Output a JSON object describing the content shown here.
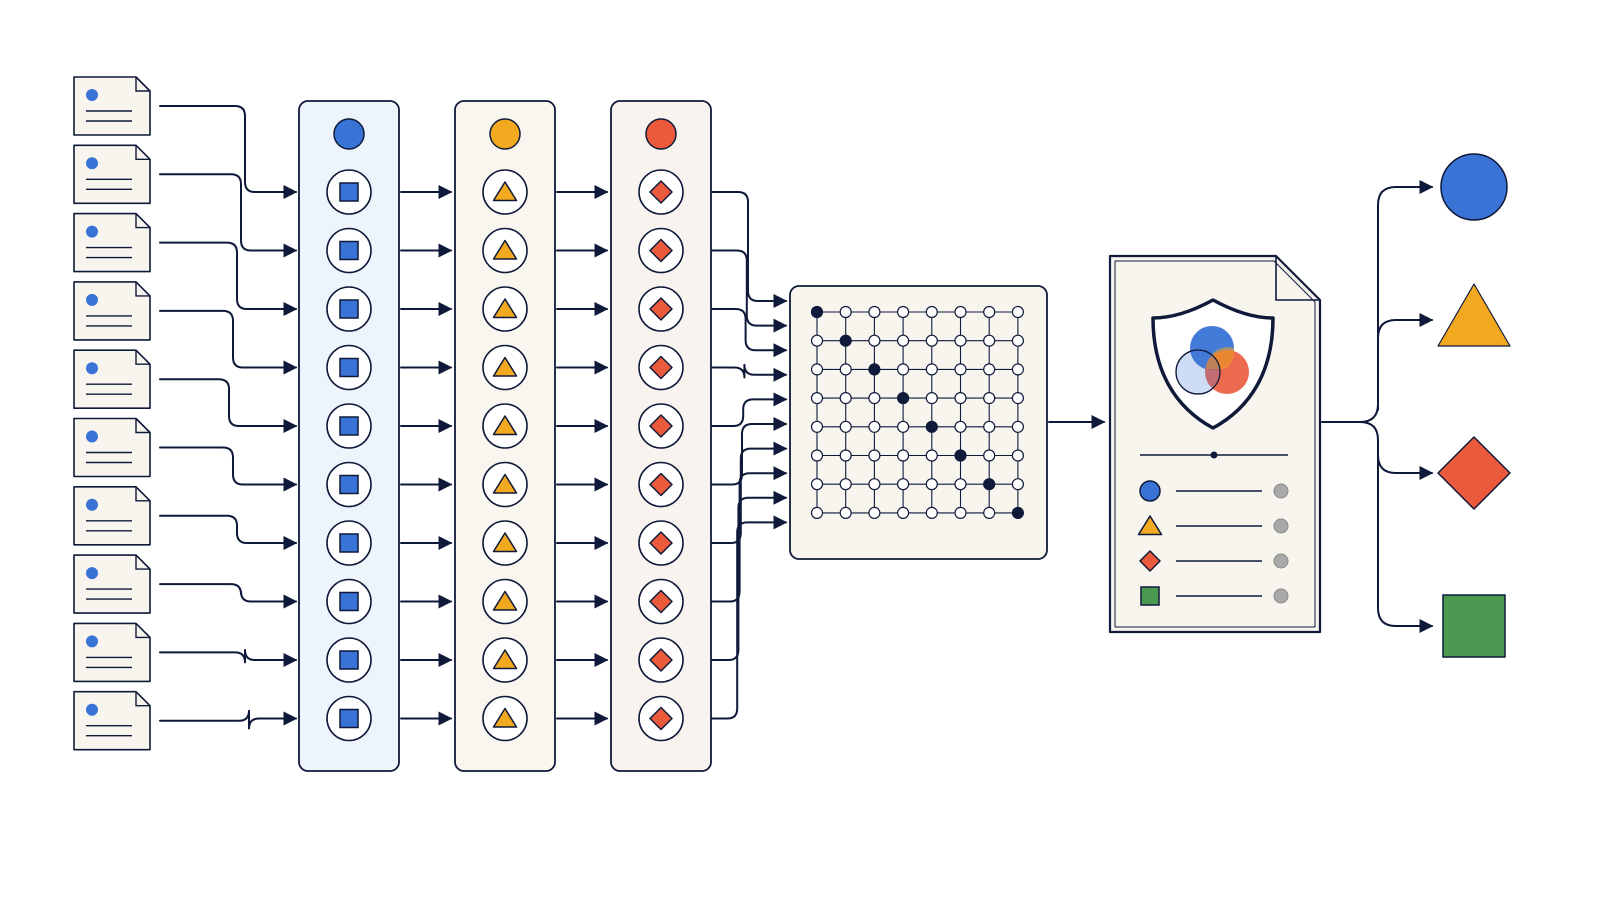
{
  "colors": {
    "ink": "#0f1a3a",
    "blue": "#3a73d6",
    "orange": "#f2a81f",
    "red": "#ec5a3c",
    "green": "#4c9a52",
    "gray": "#a9a9a9",
    "doc_fill": "#f7f5ee",
    "panel_blue": "#eef4fb",
    "panel_cream": "#f8f6ef",
    "panel_warm": "#f8f3ee"
  },
  "diagram": {
    "input_documents": {
      "count": 10,
      "icon": "document-icon",
      "accent": "blue"
    },
    "stages": [
      {
        "id": "stage-blue",
        "header_shape": "circle",
        "item_shape": "square",
        "color": "blue",
        "item_count": 10,
        "fill": "panel_blue"
      },
      {
        "id": "stage-orange",
        "header_shape": "circle",
        "item_shape": "triangle",
        "color": "orange",
        "item_count": 10,
        "fill": "panel_cream"
      },
      {
        "id": "stage-red",
        "header_shape": "circle",
        "item_shape": "diamond",
        "color": "red",
        "item_count": 10,
        "fill": "panel_warm"
      }
    ],
    "matrix": {
      "rows": 8,
      "cols": 8,
      "pattern": "diagonal-filled"
    },
    "report_document": {
      "emblem": "shield-venn-icon",
      "entries": [
        {
          "shape": "circle",
          "color": "blue"
        },
        {
          "shape": "triangle",
          "color": "orange"
        },
        {
          "shape": "diamond",
          "color": "red"
        },
        {
          "shape": "square",
          "color": "green"
        }
      ]
    },
    "outputs": [
      {
        "shape": "circle",
        "color": "blue"
      },
      {
        "shape": "triangle",
        "color": "orange"
      },
      {
        "shape": "diamond",
        "color": "red"
      },
      {
        "shape": "square",
        "color": "green"
      }
    ]
  }
}
